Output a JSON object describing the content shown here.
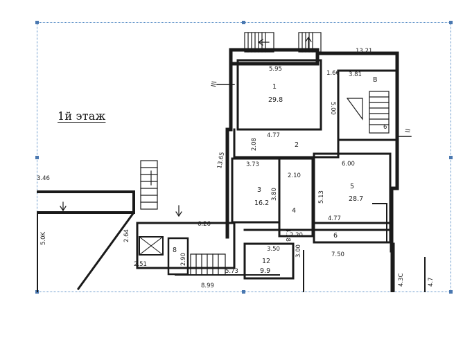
{
  "caption": "1й этаж",
  "rooms": [
    {
      "number": "1",
      "area": "29.8"
    },
    {
      "number": "3",
      "area": "16.2"
    },
    {
      "number": "5",
      "area": "28.7"
    },
    {
      "number": "12",
      "area": "9.9"
    },
    {
      "number": "2",
      "area": ""
    },
    {
      "number": "4",
      "area": ""
    },
    {
      "number": "6",
      "area": ""
    },
    {
      "number": "8",
      "area": ""
    }
  ],
  "room_b_label": "В",
  "section_marks": [
    "III",
    "II"
  ],
  "dimensions": {
    "d1": "13.21",
    "d2": "5.95",
    "d3": "1.66",
    "d4": "3.81",
    "d5": "5.00",
    "d6": "4.77",
    "d7": "2.08",
    "d8": "13.65",
    "d9": "3.73",
    "d10": "2.10",
    "d11": "6.00",
    "d12": "3.80",
    "d13": "5.13",
    "d14": "4.38",
    "d15": "4.77",
    "d16": "6.26",
    "d17": "2.20",
    "d18": "3.50",
    "d19": "7.50",
    "d20": "3.00",
    "d21": "2.51",
    "d22": "2.64",
    "d23": "2.90",
    "d24": "5.73",
    "d25": "8.99",
    "d26": "4.3C",
    "d27": "4.7",
    "d28": "3.46",
    "d29": "5.0K",
    "d30": "6"
  }
}
